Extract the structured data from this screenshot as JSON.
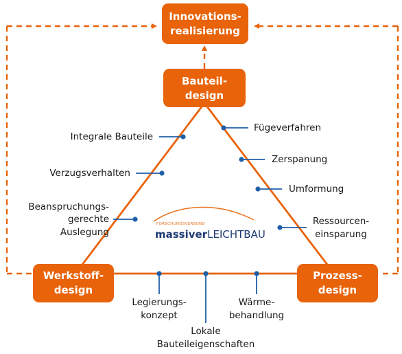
{
  "colors": {
    "accent": "#e8630a",
    "box_fill": "#e8630a",
    "box_text": "#ffffff",
    "dot": "#1f5fa8",
    "logo_dark": "#1f3b73"
  },
  "boxes": {
    "innovation": [
      "Innovations-",
      "realisierung"
    ],
    "bauteil": [
      "Bauteil-",
      "design"
    ],
    "werkstoff": [
      "Werkstoff-",
      "design"
    ],
    "prozess": [
      "Prozess-",
      "design"
    ]
  },
  "left_side": {
    "integrale": "Integrale Bauteile",
    "verzug": "Verzugsverhalten",
    "beanspruchung": [
      "Beanspruchungs-",
      "gerechte",
      "Auslegung"
    ]
  },
  "right_side": {
    "fuege": "Fügeverfahren",
    "zerspanung": "Zerspanung",
    "umformung": "Umformung",
    "ressourcen": [
      "Ressourcen-",
      "einsparung"
    ]
  },
  "bottom_side": {
    "legierung": [
      "Legierungs-",
      "konzept"
    ],
    "lokale": [
      "Lokale",
      "Bauteileigenschaften"
    ],
    "waerme": [
      "Wärme-",
      "behandlung"
    ]
  },
  "logo": {
    "top": "FORSCHUNGSVERBUND",
    "bold": "massiver",
    "light": "LEICHTBAU"
  }
}
